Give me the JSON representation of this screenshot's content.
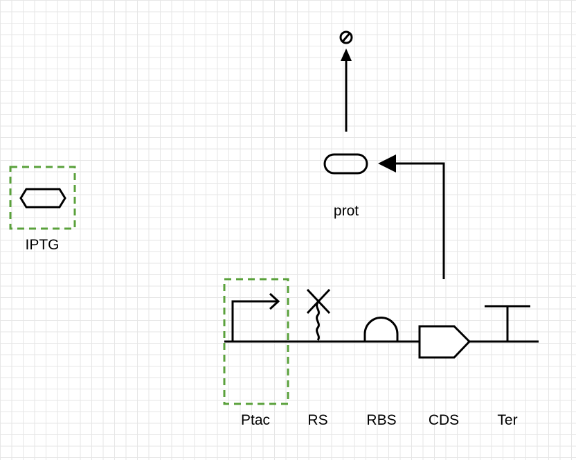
{
  "labels": {
    "iptg": "IPTG",
    "prot": "prot",
    "ptac": "Ptac",
    "rs": "RS",
    "rbs": "RBS",
    "cds": "CDS",
    "ter": "Ter"
  },
  "colors": {
    "selection": "#5aa13b",
    "stroke": "#000000",
    "grid": "#e6e6e6"
  }
}
